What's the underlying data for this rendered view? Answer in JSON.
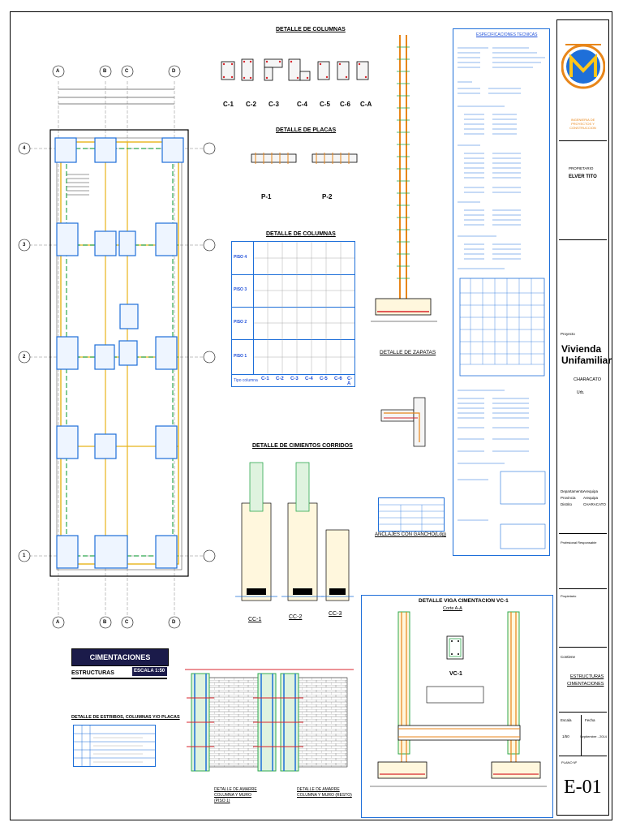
{
  "titles": {
    "detalle_columnas_top": "DETALLE DE COLUMNAS",
    "detalle_placas": "DETALLE DE PLACAS",
    "detalle_columnas_table": "DETALLE DE COLUMNAS",
    "detalle_cimientos": "DETALLE DE CIMIENTOS CORRIDOS",
    "detalle_zapatas": "DETALLE DE ZAPATAS",
    "anclajes": "ANCLAJES CON GANCHO(Ldg)",
    "viga_cimentacion": "DETALLE VIGA CIMENTACION VC-1",
    "corte": "Corte A-A",
    "vc1": "VC-1",
    "estribos": "DETALLE DE ESTRIBOS, COLUMNAS Y/O PLACAS",
    "amarre1": "DETALLE DE AMARRE COLUMNA Y MURO (PISO 1)",
    "amarre2": "DETALLE DE AMARRE COLUMNA Y MURO (RESTO)",
    "especificaciones": "ESPECIFICACIONES TECNICAS"
  },
  "plan": {
    "banner": "CIMENTACIONES",
    "sub": "ESTRUCTURAS",
    "scale": "ESCALA 1:50",
    "axes_top": [
      "A",
      "B",
      "C",
      "D"
    ],
    "axes_side": [
      "4",
      "3",
      "2",
      "1"
    ]
  },
  "columns": [
    "C-1",
    "C-2",
    "C-3",
    "C-4",
    "C-5",
    "C-6",
    "C-A"
  ],
  "placas": [
    "P-1",
    "P-2"
  ],
  "col_table": {
    "floors": [
      "PISO 4",
      "PISO 3",
      "PISO 2",
      "PISO 1"
    ],
    "footer_label": "Tipo columna",
    "footer": [
      "C-1",
      "C-2",
      "C-3",
      "C-4",
      "C-5",
      "C-6",
      "C-A"
    ]
  },
  "cimientos": [
    "CC-1",
    "CC-2",
    "CC-3"
  ],
  "title_block": {
    "logo_text": "INGENIERIA DE PROYECTOS Y CONSTRUCCION",
    "owner_label": "PROPIETARIO",
    "owner": "ELVER TITO",
    "project_label": "Proyecto",
    "project": "Vivienda Unifamiliar",
    "district": "CHARACATO",
    "urb": "Urb.",
    "dep_label": "Departamento",
    "dep": "Arequipa",
    "prov_label": "Provincia",
    "prov": "Arequipa",
    "dist_label": "Distrito",
    "dist": "CHARACATO",
    "prof_label": "Profesional Responsable",
    "prop_label": "Propietario",
    "content_label": "Contiene",
    "content1": "ESTRUCTURAS",
    "content2": "CIMENTACIONES",
    "scale_label": "Escala",
    "scale": "1/50",
    "date_label": "Fecha",
    "date": "Septiembre - 2014",
    "sheet_label": "PLANO Nº",
    "sheet": "E-01"
  },
  "colors": {
    "blue": "#1e6fd9",
    "green": "#2fa84f",
    "orange": "#e8861a",
    "red": "#d8262c",
    "banner": "#1b1b4a"
  }
}
